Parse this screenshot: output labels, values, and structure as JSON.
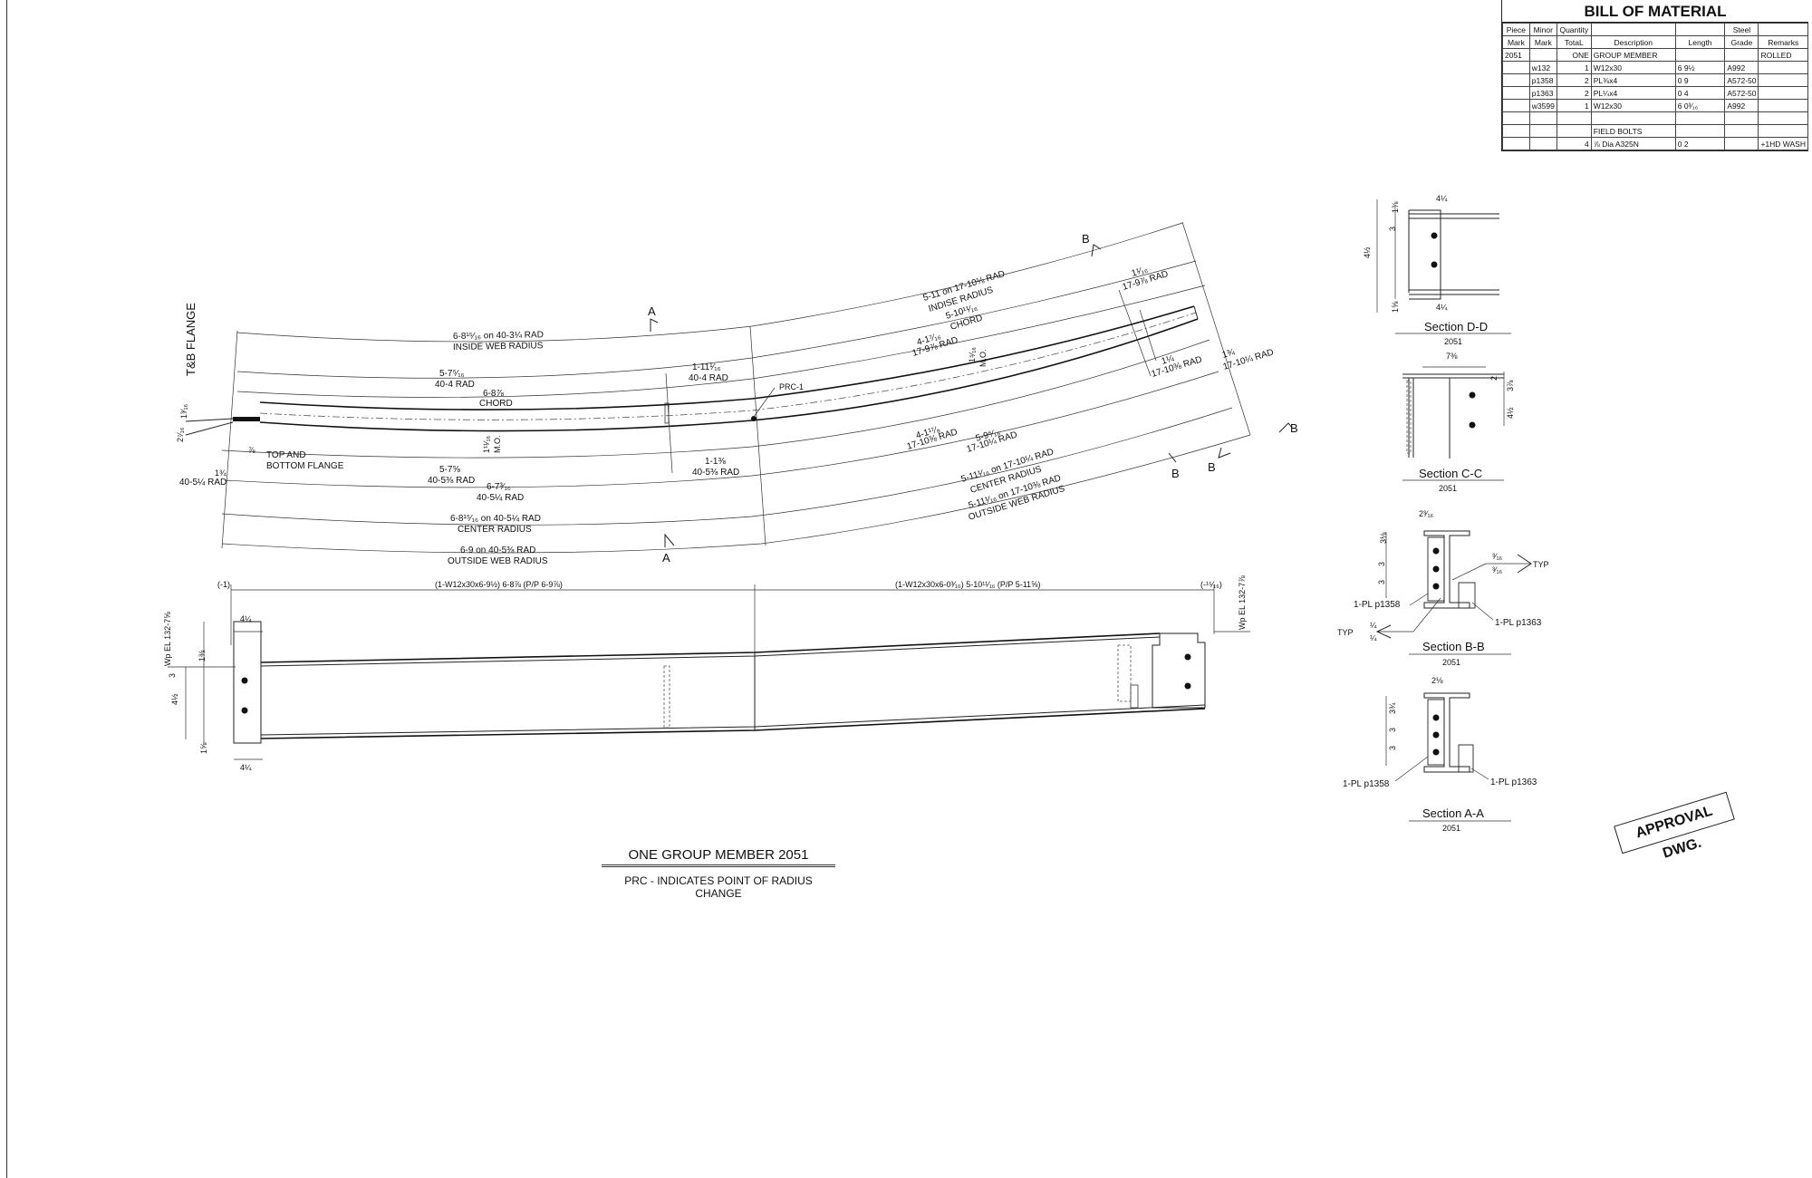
{
  "bom": {
    "title": "BILL OF MATERIAL",
    "header1": [
      "Piece",
      "Minor",
      "Quantity",
      "",
      "",
      "Steel",
      ""
    ],
    "header2": [
      "Mark",
      "Mark",
      "TotaL",
      "Description",
      "Length",
      "Grade",
      "Remarks"
    ],
    "rows": [
      [
        "2051",
        "",
        "ONE",
        "GROUP MEMBER",
        "",
        "",
        "ROLLED"
      ],
      [
        "",
        "w132",
        "1",
        "W12x30",
        "6  9½",
        "A992",
        ""
      ],
      [
        "",
        "p1358",
        "2",
        "PL⅜x4",
        "0  9",
        "A572-50",
        ""
      ],
      [
        "",
        "p1363",
        "2",
        "PL¼x4",
        "0  4",
        "A572-50",
        ""
      ],
      [
        "",
        "w3599",
        "1",
        "W12x30",
        "6  0³⁄₁₆",
        "A992",
        ""
      ],
      [
        "",
        "",
        "",
        "",
        "",
        "",
        ""
      ],
      [
        "",
        "",
        "",
        "FIELD BOLTS",
        "",
        "",
        ""
      ],
      [
        "",
        "",
        "4",
        "⅞ Dia A325N",
        "0  2",
        "",
        "+1HD WASH"
      ]
    ]
  },
  "plan": {
    "tb_flange": "T&B FLANGE",
    "inside_web_left": "6-8¹⁵⁄₁₆ on 40-3¼ RAD",
    "inside_web_radius": "INSIDE WEB RADIUS",
    "dim_575": "5-7⁵⁄₁₆",
    "rad_404": "40-4 RAD",
    "dim_678": "6-8⅞",
    "chord": "CHORD",
    "dim_1111": "1-11¹⁄₁₆",
    "rad_404b": "40-4 RAD",
    "prc1": "PRC-1",
    "mo_left": "M.O.",
    "mo_left_dim": "1¹¹⁄₁₆",
    "top_bottom_1": "TOP AND",
    "top_bottom_2": "BOTTOM FLANGE",
    "dim_78": "⅞",
    "rad_4051_left": "40-5¼ RAD",
    "dim_134": "1¾",
    "dim_2716": "2⁷⁄₁₆",
    "dim_1316": "1³⁄₁₆",
    "dim_578": "5-7⅝",
    "rad_4058": "40-5⅜ RAD",
    "dim_1138": "1-1⅜",
    "rad_4058b": "40-5⅜ RAD",
    "dim_6738": "6-7³⁄₁₆",
    "rad_40514": "40-5¼ RAD",
    "center_left": "6-8¹⁵⁄₁₆ on 40-5¼ RAD",
    "center_radius": "CENTER RADIUS",
    "outside_left": "6-9 on 40-5⅜ RAD",
    "outside_web_radius": "OUTSIDE WEB RADIUS",
    "sec_a": "A",
    "sec_a2": "A",
    "sec_b1": "B",
    "sec_b2": "B",
    "sec_b3": "B",
    "sec_b4": "B",
    "inside_right": "5-11 on 17-10⅛ RAD",
    "indise_radius": "INDISE RADIUS",
    "dim_51011": "5-10¹¹⁄₁₆",
    "chord_r": "CHORD",
    "dim_4179": "4-1⁷⁄₁₆",
    "rad_1797": "17-9⅞ RAD",
    "mo_right": "M.O.",
    "mo_right_dim": "1⁵⁄₁₆",
    "dim_1116": "1¹⁄₁₆",
    "rad_1797b": "17-9⅞ RAD",
    "dim_1114": "1¼",
    "rad_17103": "17-10⅜ RAD",
    "dim_134r": "1¾",
    "rad_171014": "17-10¼ RAD",
    "dim_41178": "4-1¹⁷⁄₈",
    "rad_17108": "17-10⅜ RAD",
    "dim_5916": "5-9⁶⁄₁₆",
    "rad_171014b": "17-10¼ RAD",
    "center_right": "5-11¹⁄₁₆ on 17-10¼ RAD",
    "center_radius_r": "CENTER RADIUS",
    "outside_right": "5-11¹⁄₁₆ on 17-10⅜ RAD",
    "outside_web_radius_r": "OUTSIDE WEB RADIUS"
  },
  "elevation": {
    "dim_left": "(1-W12x30x6-9½)  6-8⅞  (P/P 6-9⅞)",
    "dim_right": "(1-W12x30x6-0³⁄₁₆)  5-10¹¹⁄₁₆  (P/P 5-11⅝)",
    "tick_left": "(-1)",
    "tick_right": "(-¹⁵⁄₁₆)",
    "wp_left": "Wp EL 132-7⅝",
    "wp_right": "Wp EL 132-7⅞",
    "d414_top": "4¼",
    "d138": "1⅜",
    "d3": "3",
    "d412": "4½",
    "d158": "1⅝",
    "d414_bot": "4¼"
  },
  "sections": {
    "dd_title": "Section D-D",
    "dd_num": "2051",
    "dd_414": "4¼",
    "dd_138": "1⅜",
    "dd_3": "3",
    "dd_412": "4½",
    "dd_158": "1⅝",
    "dd_414b": "4¼",
    "cc_title": "Section C-C",
    "cc_num": "2051",
    "cc_738": "7⅜",
    "cc_2": "2",
    "cc_38": "3⅞",
    "cc_412": "4½",
    "bb_title": "Section B-B",
    "bb_num": "2051",
    "bb_2316": "2³⁄₁₆",
    "bb_318": "3⅛",
    "bb_3a": "3",
    "bb_3b": "3",
    "bb_316a": "³⁄₁₆",
    "bb_316b": "³⁄₁₆",
    "bb_typ": "TYP",
    "bb_typ2": "TYP",
    "bb_14a": "¼",
    "bb_14b": "¼",
    "bb_pl1358": "1-PL p1358",
    "bb_pl1363": "1-PL p1363",
    "aa_title": "Section A-A",
    "aa_num": "2051",
    "aa_218": "2⅛",
    "aa_334": "3¾",
    "aa_3a": "3",
    "aa_3b": "3",
    "aa_pl1358": "1-PL p1358",
    "aa_pl1363": "1-PL p1363"
  },
  "stamp": "APPROVAL DWG.",
  "title": {
    "main": "ONE GROUP MEMBER 2051",
    "sub": "PRC - INDICATES POINT OF RADIUS CHANGE"
  }
}
